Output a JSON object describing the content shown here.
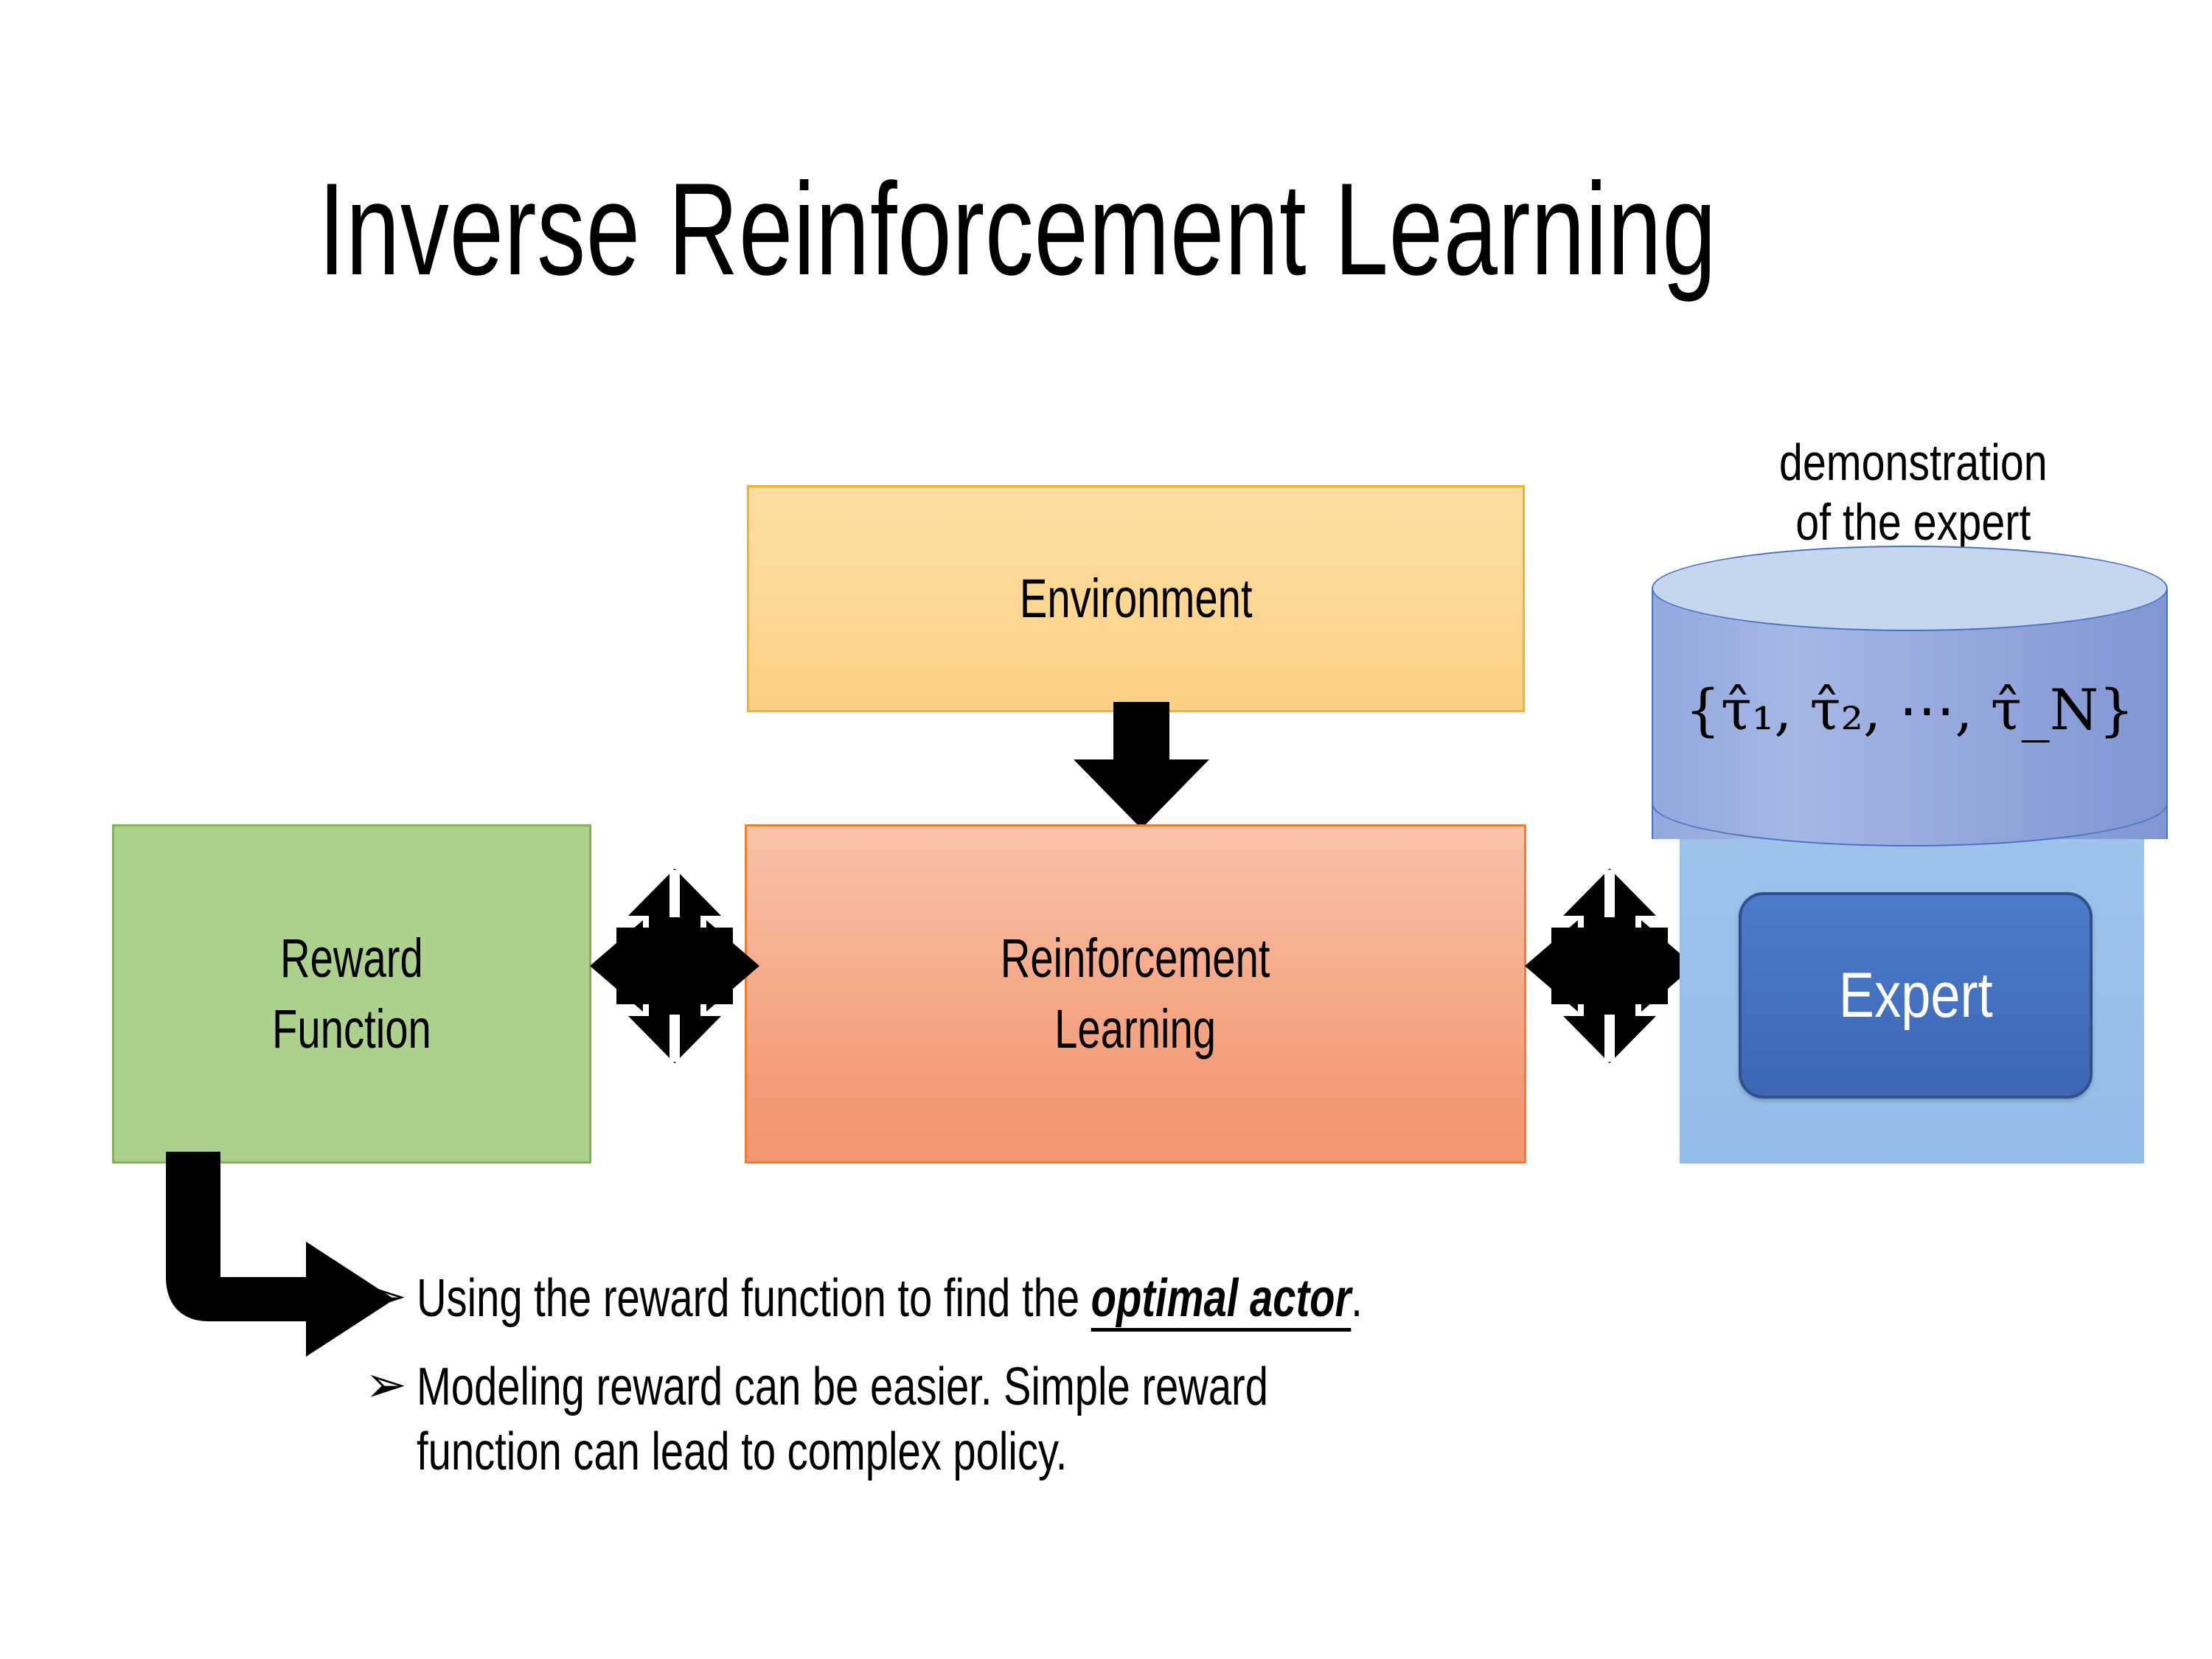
{
  "slide": {
    "title": "Inverse Reinforcement Learning",
    "background": "#FFFFFF"
  },
  "diagram": {
    "environment": {
      "label": "Environment",
      "fill": "#FCD88D",
      "border": "#F1B428"
    },
    "reinforcement_learning": {
      "label": "Reinforcement\nLearning",
      "fill": "#F29C78",
      "border": "#ED7D31"
    },
    "reward_function": {
      "label": "Reward\nFunction",
      "fill": "#ACD18C",
      "border": "#7EB25B"
    },
    "expert": {
      "label": "Expert",
      "fill": "#4472C4",
      "border": "#2F4F8F",
      "text_color": "#FFFFFF",
      "panel_fill": "#9DC3E6"
    },
    "demonstration": {
      "caption": "demonstration\nof the expert",
      "formula": "{τ̂₁, τ̂₂, ⋯, τ̂_N}",
      "cylinder_body_fill": "#8FA8DC",
      "cylinder_top_fill": "#C7D6EF",
      "cylinder_stroke": "#4472C4"
    },
    "connectors": {
      "env_to_rl": "down-arrow",
      "reward_rl": "quad-arrow",
      "rl_expert": "quad-arrow",
      "reward_to_bullets": "elbow-arrow"
    }
  },
  "bullets": [
    {
      "marker": "➢",
      "prefix": "Using the reward function to find the ",
      "emphasis": "optimal actor",
      "suffix": "."
    },
    {
      "marker": "➢",
      "prefix": "Modeling reward can be easier. Simple reward\nfunction can lead to complex policy.",
      "emphasis": "",
      "suffix": ""
    }
  ]
}
